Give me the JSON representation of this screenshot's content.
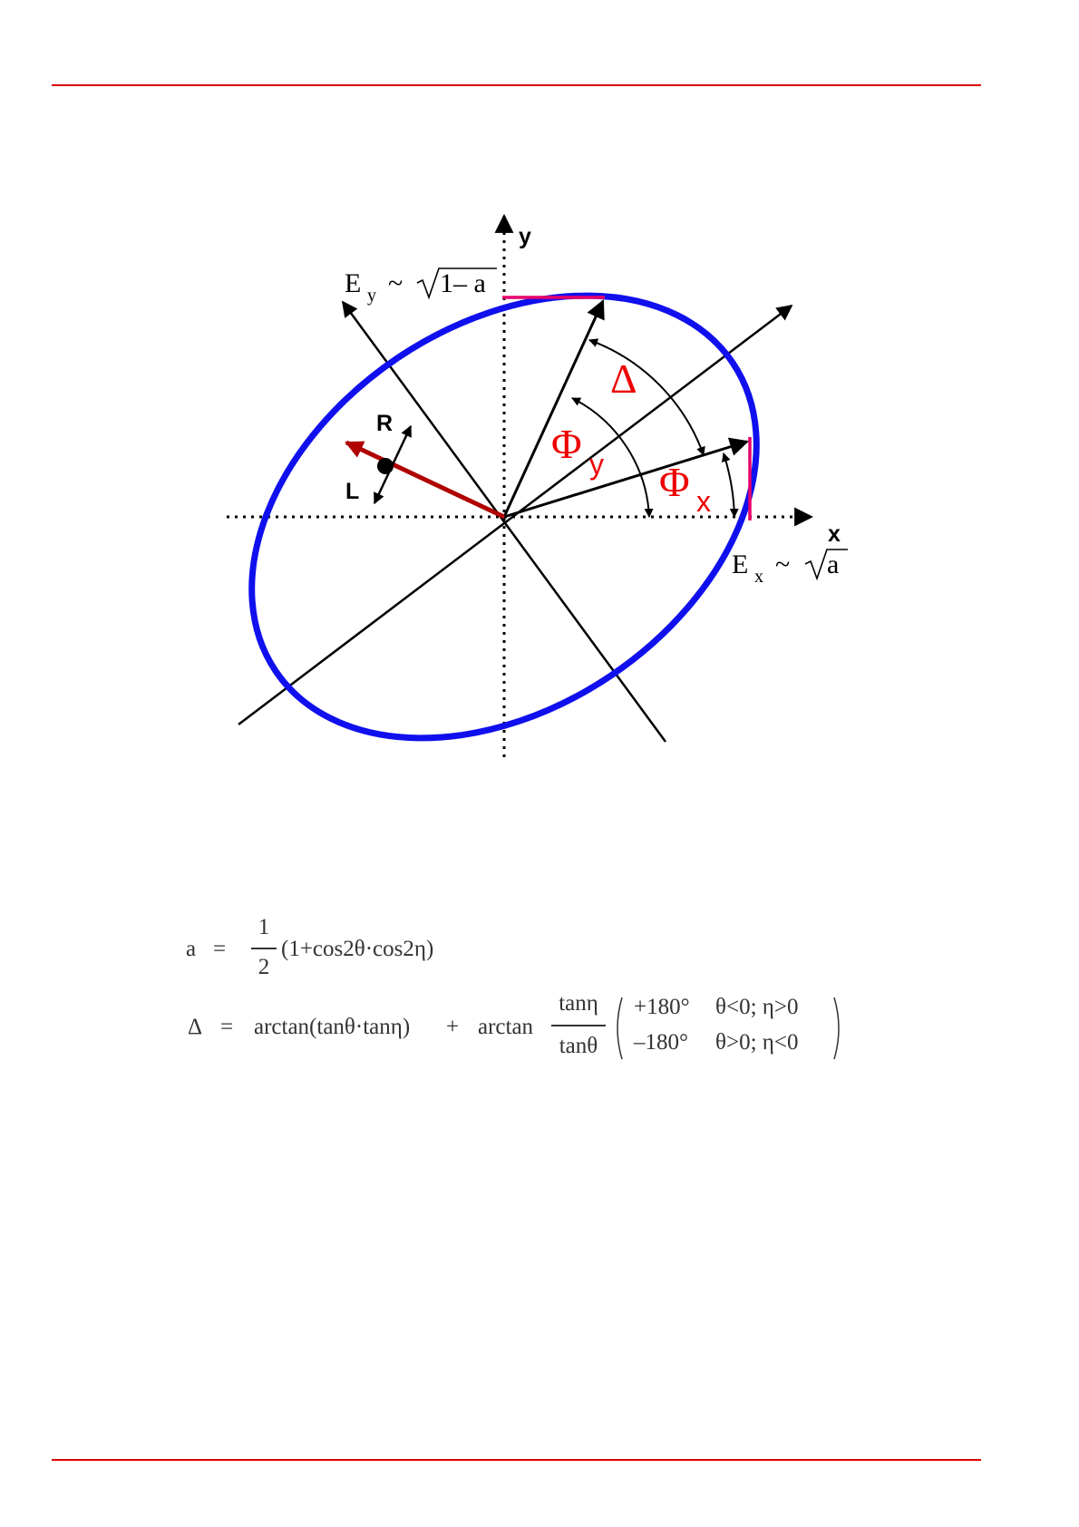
{
  "colors": {
    "rule": "#e00000",
    "ellipse": "#1010ee",
    "axis_marks": "#e8006a",
    "greek_labels": "#ee0000",
    "handedness_vector": "#b00000",
    "lines": "#000000"
  },
  "diagram": {
    "axis_x": "x",
    "axis_y": "y",
    "ey_label": {
      "E": "E",
      "sub": "y",
      "tilde": "~",
      "radicand": "1– a"
    },
    "ex_label": {
      "E": "E",
      "sub": "x",
      "tilde": "~",
      "radicand": "a"
    },
    "delta": "Δ",
    "phi_y": {
      "phi": "Φ",
      "sub": "y"
    },
    "phi_x": {
      "phi": "Φ",
      "sub": "x"
    },
    "right_handed": "R",
    "left_handed": "L"
  },
  "formula1": {
    "lhs": "a",
    "eq": "=",
    "num": "1",
    "den": "2",
    "rhs": "(1+cos2θ·cos2η)"
  },
  "formula2": {
    "lhs": "Δ",
    "eq": "=",
    "term1": "arctan(tanθ·tanη)",
    "plus": "+",
    "arctan": "arctan",
    "num": "tanη",
    "den": "tanθ",
    "case1_val": "+180°",
    "case1_cond": "θ<0;  η>0",
    "case2_val": "–180°",
    "case2_cond": "θ>0;  η<0"
  }
}
